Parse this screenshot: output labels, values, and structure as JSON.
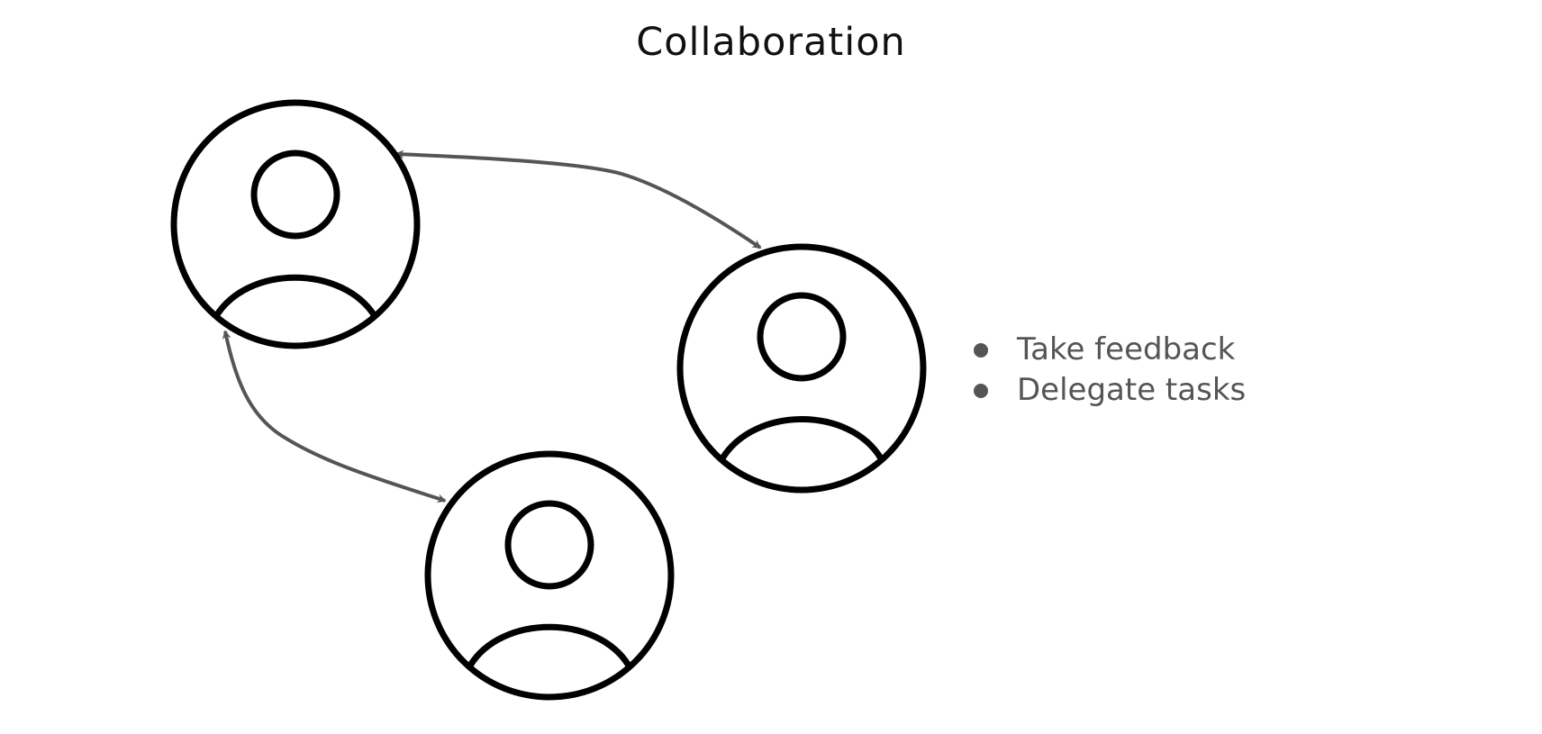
{
  "title": "Collaboration",
  "bullets": [
    "Take feedback",
    "Delegate tasks"
  ],
  "people": [
    {
      "icon": "person-icon"
    },
    {
      "icon": "person-icon"
    },
    {
      "icon": "person-icon"
    }
  ],
  "connectors": [
    {
      "from": "person-1",
      "to": "person-2",
      "style": "double-arrow"
    },
    {
      "from": "person-1",
      "to": "person-3",
      "style": "double-arrow"
    }
  ],
  "colors": {
    "stroke": "#000000",
    "arrow": "#555555",
    "text": "#555555",
    "title": "#111111"
  }
}
